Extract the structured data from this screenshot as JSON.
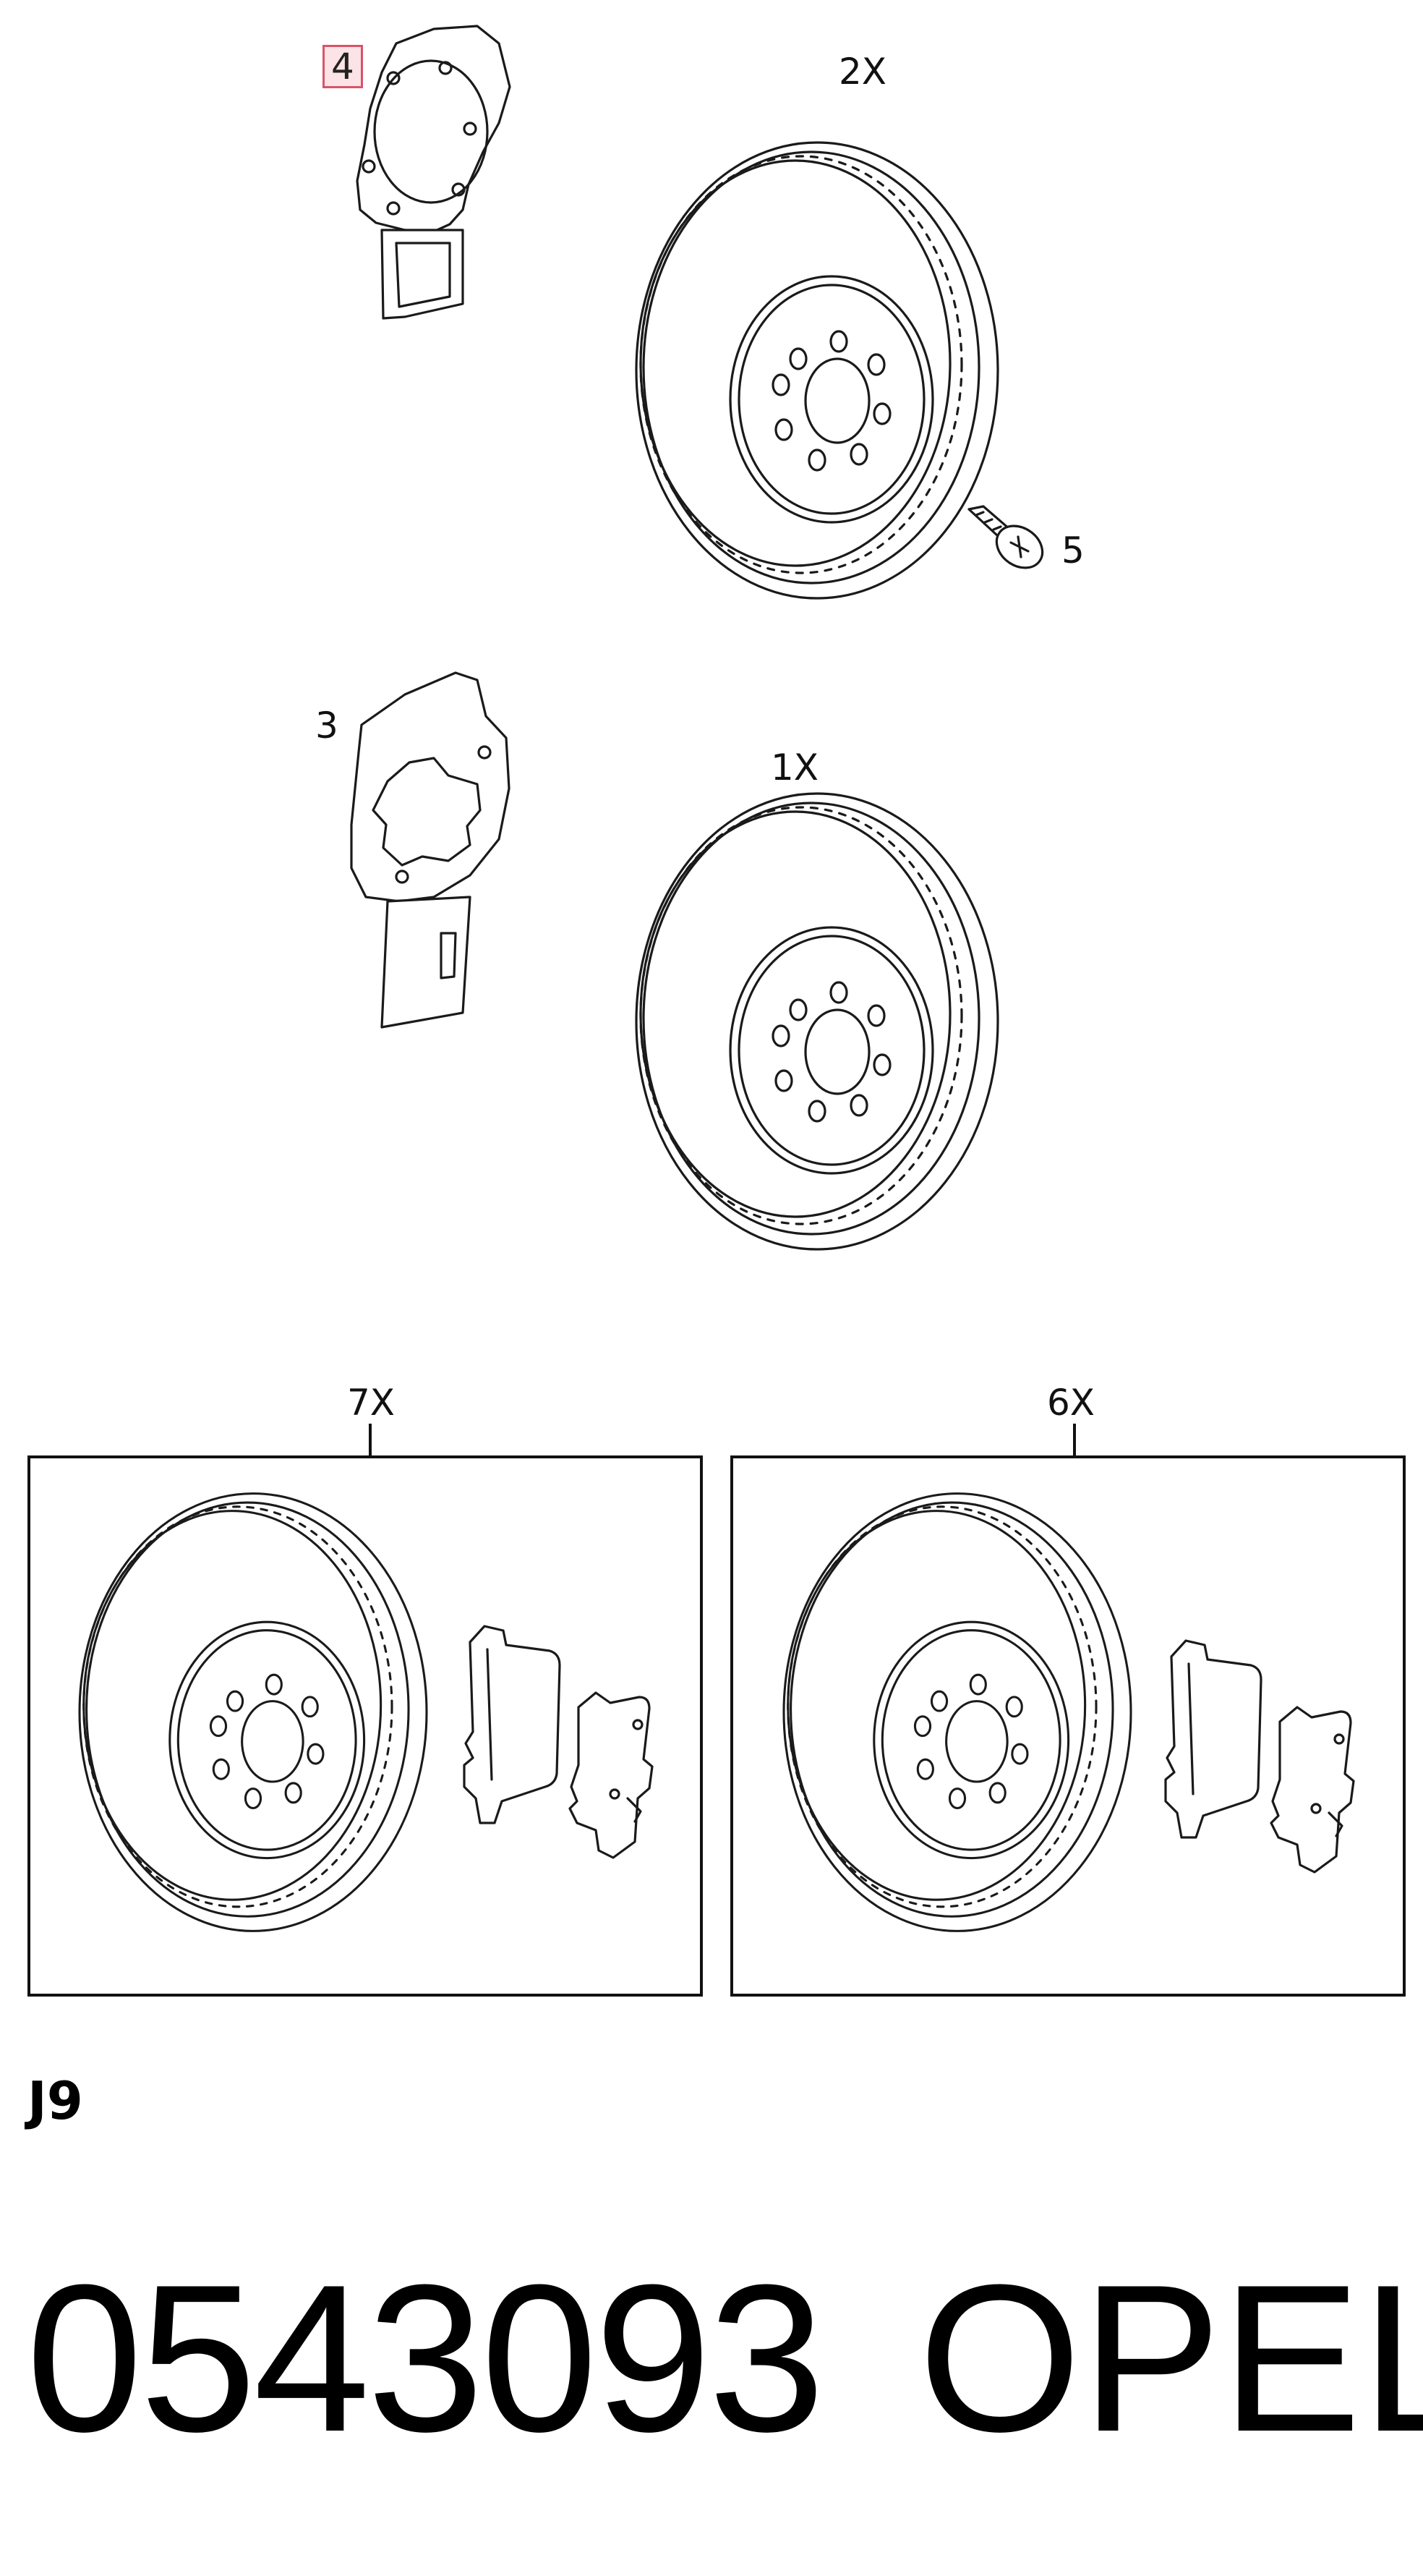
{
  "callouts": {
    "c4": "4",
    "c2x": "2X",
    "c5": "5",
    "c3": "3",
    "c1x": "1X",
    "c7x": "7X",
    "c6x": "6X"
  },
  "footer": {
    "page_code": "J9",
    "part_number": "0543093",
    "brand": "OPEL"
  },
  "colors": {
    "line": "#1a1a1a",
    "highlight_fill": "#fbe3e6",
    "highlight_border": "#d9536b"
  }
}
